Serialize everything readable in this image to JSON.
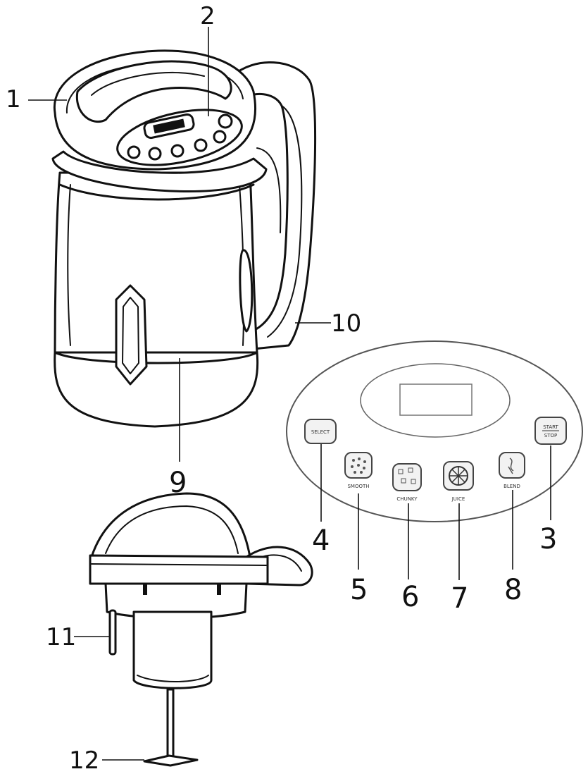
{
  "callouts": {
    "c1": "1",
    "c2": "2",
    "c3": "3",
    "c4": "4",
    "c5": "5",
    "c6": "6",
    "c7": "7",
    "c8": "8",
    "c9": "9",
    "c10": "10",
    "c11": "11",
    "c12": "12"
  },
  "panel": {
    "select": "SELECT",
    "start": "START",
    "stop": "STOP",
    "smooth": "SMOOTH",
    "chunky": "CHUNKY",
    "juice": "JUICE",
    "blend": "BLEND"
  }
}
